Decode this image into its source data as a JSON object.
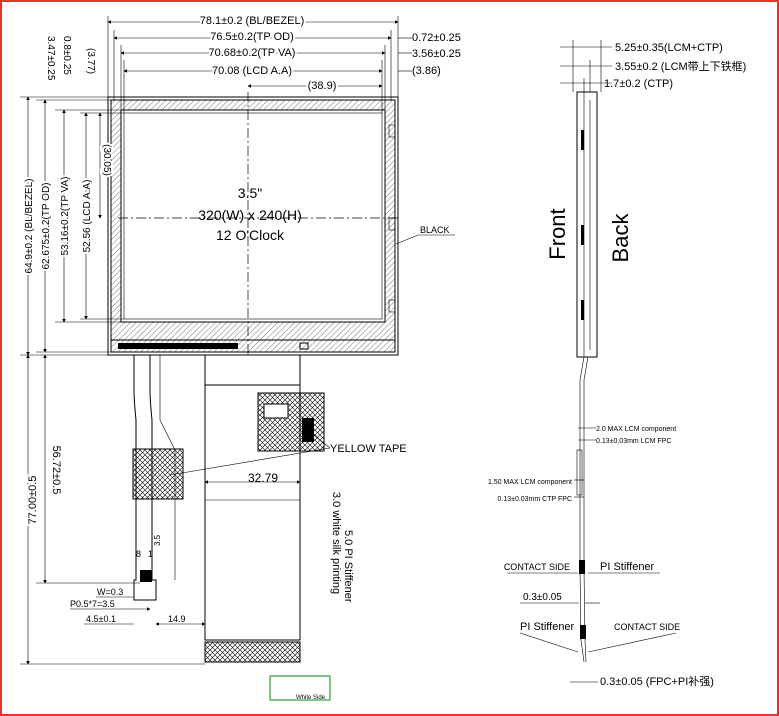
{
  "dims_top": {
    "bezel": "78.1±0.2 (BL/BEZEL)",
    "tp_od": "76.5±0.2(TP OD)",
    "tp_va": "70.68±0.2(TP VA)",
    "lcd_aa": "70.08 (LCD A.A)",
    "half": "(38.9)",
    "r1": "0.72±0.25",
    "r2": "3.56±0.25",
    "r3": "(3.86)"
  },
  "dims_left": {
    "a": "(3.77)",
    "b": "3.47±0.25",
    "c": "0.8±0.25",
    "d": "(30.05)",
    "e": "52.56 (LCD A.A)",
    "f": "53.16±0.2(TP VA)",
    "g": "62.675±0.2(TP OD)",
    "h": "64.9±0.2 (BL/BEZEL)",
    "i": "56.72±0.5",
    "j": "77.00±0.5"
  },
  "center_text": {
    "size": "3.5\"",
    "res": "320(W) x 240(H)",
    "view": "12 O'Clock"
  },
  "callouts": {
    "black": "BLACK",
    "yellow_tape": "YELLOW TAPE",
    "white_silk": "3.0 white silk printing",
    "pi_stiff": "5.0 PI Stiffener",
    "white_side": "White Side"
  },
  "fpc_dims": {
    "w3279": "32.79",
    "d8": "8",
    "d1": "1",
    "d35": "3.5",
    "w03": "W=0.3",
    "pitch": "P0.5*7=3.5",
    "d45": "4.5±0.1",
    "d149": "14.9"
  },
  "side_labels": {
    "front": "Front",
    "back": "Back"
  },
  "side_dims": {
    "t1": "5.25±0.35(LCM+CTP)",
    "t2": "3.55±0.2 (LCM带上下铁框)",
    "t3": "1.7±0.2 (CTP)",
    "c1": "2.0 MAX LCM component",
    "c2": "0.13±0.03mm  LCM FPC",
    "c3": "1.50 MAX LCM component",
    "c4": "0.13±0.03mm  CTP  FPC",
    "contact1": "CONTACT SIDE",
    "pi1": "PI Stiffener",
    "d03": "0.3±0.05",
    "pi2": "PI Stiffener",
    "contact2": "CONTACT SIDE",
    "d03b": "0.3±0.05 (FPC+PI补强)"
  }
}
